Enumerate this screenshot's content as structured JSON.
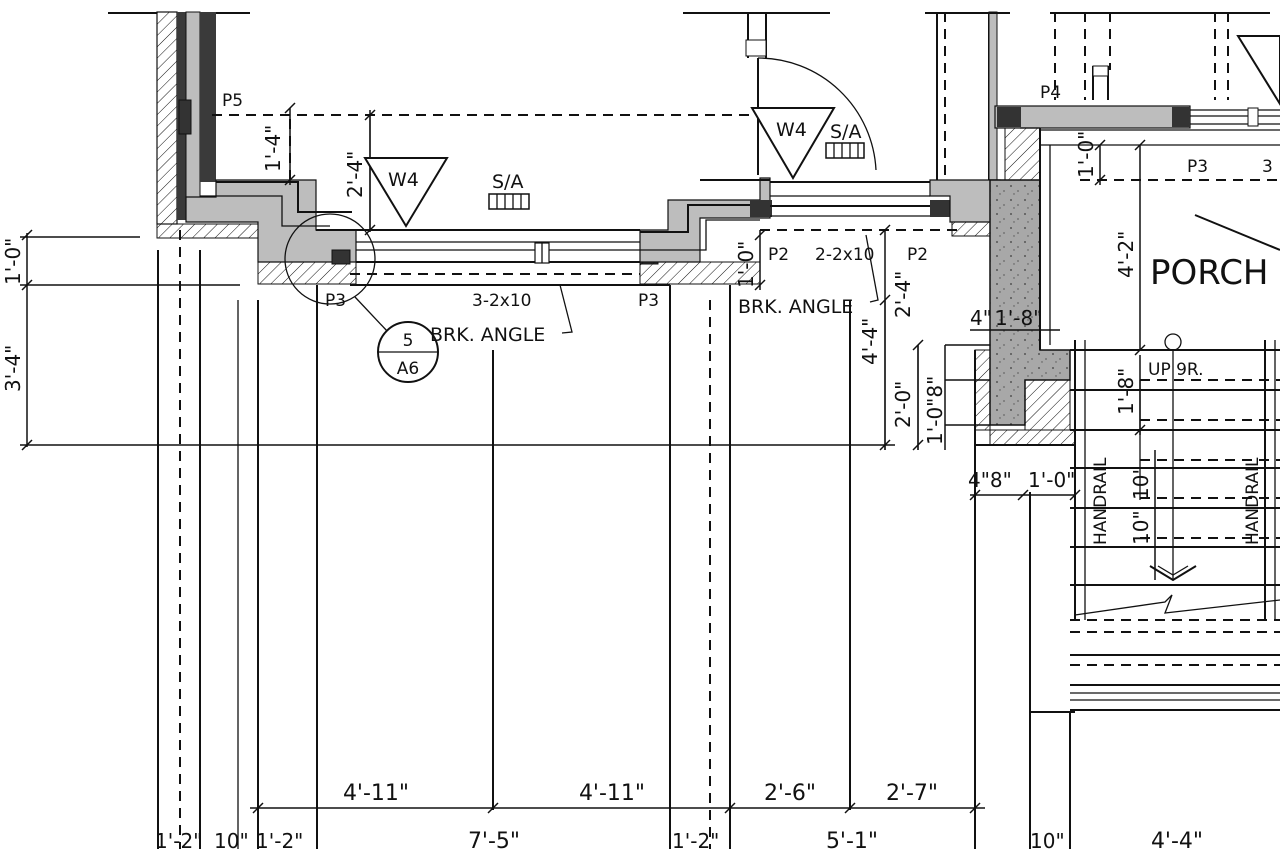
{
  "colors": {
    "ink": "#111111",
    "wall_fill": "#bdbdbd",
    "wall_dark": "#3a3a3a",
    "concrete": "#aaaaaa",
    "paper": "#ffffff"
  },
  "labels": {
    "p5": "P5",
    "p4": "P4",
    "p3_left": "P3",
    "p3_mid": "P3",
    "p3_right": "P3",
    "p2_left": "P2",
    "p2_right": "P2",
    "w4_left": "W4",
    "w4_right": "W4",
    "sa_left": "S/A",
    "sa_right": "S/A",
    "header_left": "3-2x10",
    "header_right": "2-2x10",
    "brk_angle_left": "BRK. ANGLE",
    "brk_angle_right": "BRK. ANGLE",
    "porch": "PORCH",
    "up": "UP 9R.",
    "handrail_left": "HANDRAIL",
    "handrail_right": "HANDRAIL",
    "detail_num": "5",
    "detail_sheet": "A6"
  },
  "dimensions": {
    "d_1_4": "1'-4\"",
    "d_2_4_top": "2'-4\"",
    "d_1_0_left": "1'-0\"",
    "d_3_4": "3'-4\"",
    "d_1_0_mid": "1'-0\"",
    "d_2_4_mid": "2'-4\"",
    "d_4_4": "4'-4\"",
    "d_2_0": "2'-0\"",
    "d_1_0_8": "1'-0\"8\"",
    "d_4_small": "4\"",
    "d_1_8_top": "1'-8\"",
    "d_1_0_right": "1'-0\"",
    "d_4_2": "4'-2\"",
    "d_1_8_stair": "1'-8\"",
    "d_4_8": "4\"8\"",
    "d_1_0_stair": "1'-0\"",
    "d_10a": "10\"",
    "d_10b": "10\"",
    "b_4_11a": "4'-11\"",
    "b_4_11b": "4'-11\"",
    "b_2_6": "2'-6\"",
    "b_2_7": "2'-7\"",
    "c_1_2a": "1'-2\"",
    "c_10": "10\"",
    "c_1_2b": "1'-2\"",
    "c_7_5": "7'-5\"",
    "c_1_2c": "1'-2\"",
    "c_5_1": "5'-1\"",
    "c_10b": "10\"",
    "c_4_4": "4'-4\"",
    "edge_3": "3"
  }
}
